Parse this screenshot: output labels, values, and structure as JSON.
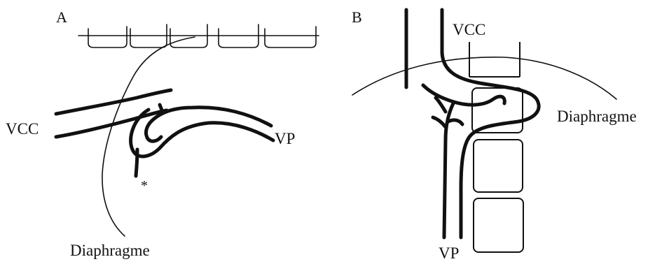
{
  "panels": [
    {
      "letter": "A",
      "labels": {
        "vcc": "VCC",
        "vp": "VP",
        "diaphragm": "Diaphragme",
        "asterisk": "*"
      }
    },
    {
      "letter": "B",
      "labels": {
        "vcc": "VCC",
        "vp": "VP",
        "diaphragm": "Diaphragme"
      }
    }
  ]
}
